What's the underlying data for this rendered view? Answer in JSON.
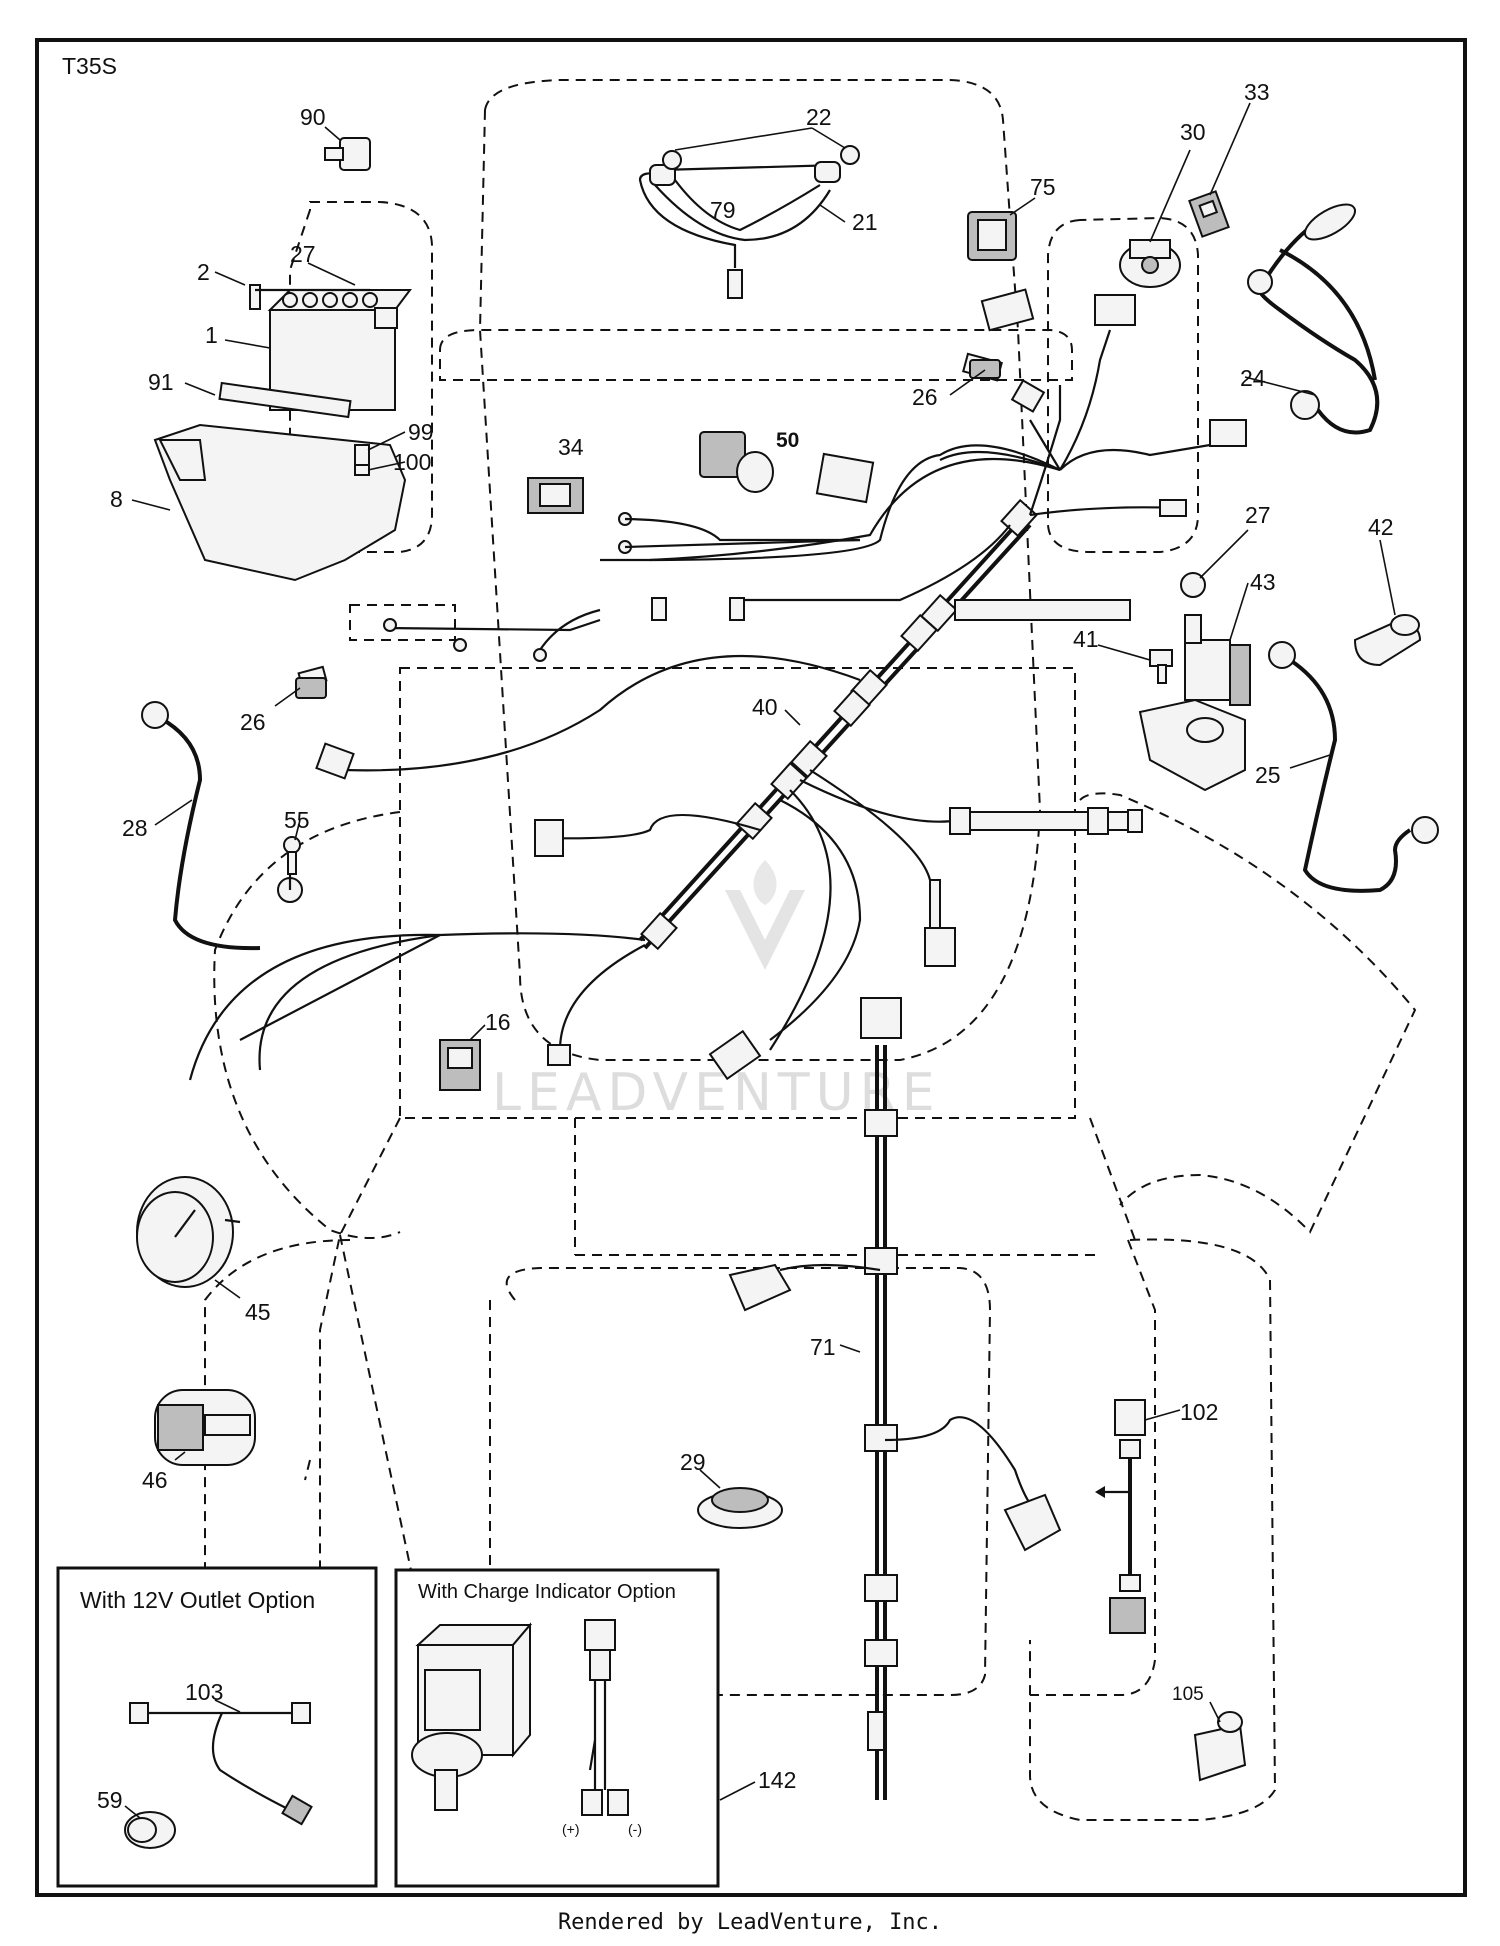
{
  "diagram_code": "T35S",
  "watermark": "LEADVENTURE",
  "footer": "Rendered by LeadVenture, Inc.",
  "insets": {
    "outlet": {
      "title": "With 12V Outlet Option"
    },
    "charge": {
      "title": "With Charge Indicator Option",
      "plus": "(+)",
      "minus": "(-)"
    }
  },
  "callouts": [
    {
      "id": "c90",
      "text": "90"
    },
    {
      "id": "c22",
      "text": "22"
    },
    {
      "id": "c33",
      "text": "33"
    },
    {
      "id": "c30",
      "text": "30"
    },
    {
      "id": "c75",
      "text": "75"
    },
    {
      "id": "c79",
      "text": "79"
    },
    {
      "id": "c21",
      "text": "21"
    },
    {
      "id": "c27a",
      "text": "27"
    },
    {
      "id": "c2",
      "text": "2"
    },
    {
      "id": "c1",
      "text": "1"
    },
    {
      "id": "c91",
      "text": "91"
    },
    {
      "id": "c99",
      "text": "99"
    },
    {
      "id": "c100",
      "text": "100"
    },
    {
      "id": "c8",
      "text": "8"
    },
    {
      "id": "c26a",
      "text": "26"
    },
    {
      "id": "c24",
      "text": "24"
    },
    {
      "id": "c34",
      "text": "34"
    },
    {
      "id": "c50",
      "text": "50"
    },
    {
      "id": "c27b",
      "text": "27"
    },
    {
      "id": "c42",
      "text": "42"
    },
    {
      "id": "c43",
      "text": "43"
    },
    {
      "id": "c41",
      "text": "41"
    },
    {
      "id": "c26b",
      "text": "26"
    },
    {
      "id": "c40",
      "text": "40"
    },
    {
      "id": "c25",
      "text": "25"
    },
    {
      "id": "c28",
      "text": "28"
    },
    {
      "id": "c55",
      "text": "55"
    },
    {
      "id": "c16",
      "text": "16"
    },
    {
      "id": "c45",
      "text": "45"
    },
    {
      "id": "c71",
      "text": "71"
    },
    {
      "id": "c46",
      "text": "46"
    },
    {
      "id": "c29",
      "text": "29"
    },
    {
      "id": "c102",
      "text": "102"
    },
    {
      "id": "c103",
      "text": "103"
    },
    {
      "id": "c59",
      "text": "59"
    },
    {
      "id": "c142",
      "text": "142"
    },
    {
      "id": "c105",
      "text": "105"
    }
  ]
}
